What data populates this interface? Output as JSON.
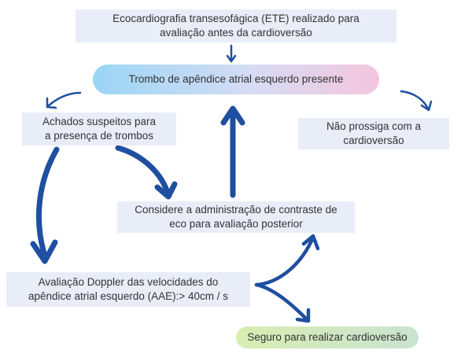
{
  "nodes": {
    "tee": {
      "line1": "Ecocardiografia transesofágica (ETE) realizado para",
      "line2": "avaliação antes da cardioversão"
    },
    "thrombus": {
      "line1": "Trombo de apêndice atrial esquerdo presente"
    },
    "suspicious": {
      "line1": "Achados suspeitos para",
      "line2": "a presença de trombos"
    },
    "do_not_proceed": {
      "line1": "Não prossiga com a",
      "line2": "cardioversão"
    },
    "contrast": {
      "line1": "Considere a administração de contraste de",
      "line2": "eco para avaliação posterior"
    },
    "doppler": {
      "line1": "Avaliação Doppler das velocidades do",
      "line2": "apêndice atrial esquerdo (AAE):> 40cm / s"
    },
    "safe": {
      "line1": "Seguro para realizar cardioversão"
    }
  },
  "colors": {
    "arrow": "#1f4fa0",
    "box_fill": "#e9edf8",
    "thrombus_gradient": [
      "#9ad6f5",
      "#f4c6de"
    ],
    "safe_gradient": [
      "#d8edb2",
      "#c9e3d0"
    ]
  }
}
